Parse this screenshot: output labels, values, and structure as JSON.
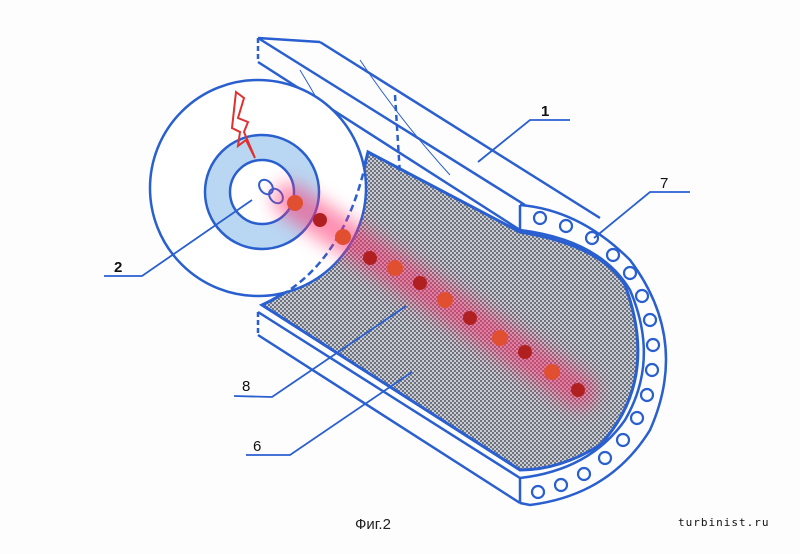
{
  "labels": {
    "l1": "1",
    "l2": "2",
    "l6": "6",
    "l7": "7",
    "l8": "8"
  },
  "caption": "Фиг.2",
  "watermark": "turbinist.ru",
  "colors": {
    "line": "#2a5fd0",
    "annulus": "#b9d7f2",
    "spark": "#d8402a",
    "glow": "#ff3070",
    "mesh": "#8a8f99"
  }
}
